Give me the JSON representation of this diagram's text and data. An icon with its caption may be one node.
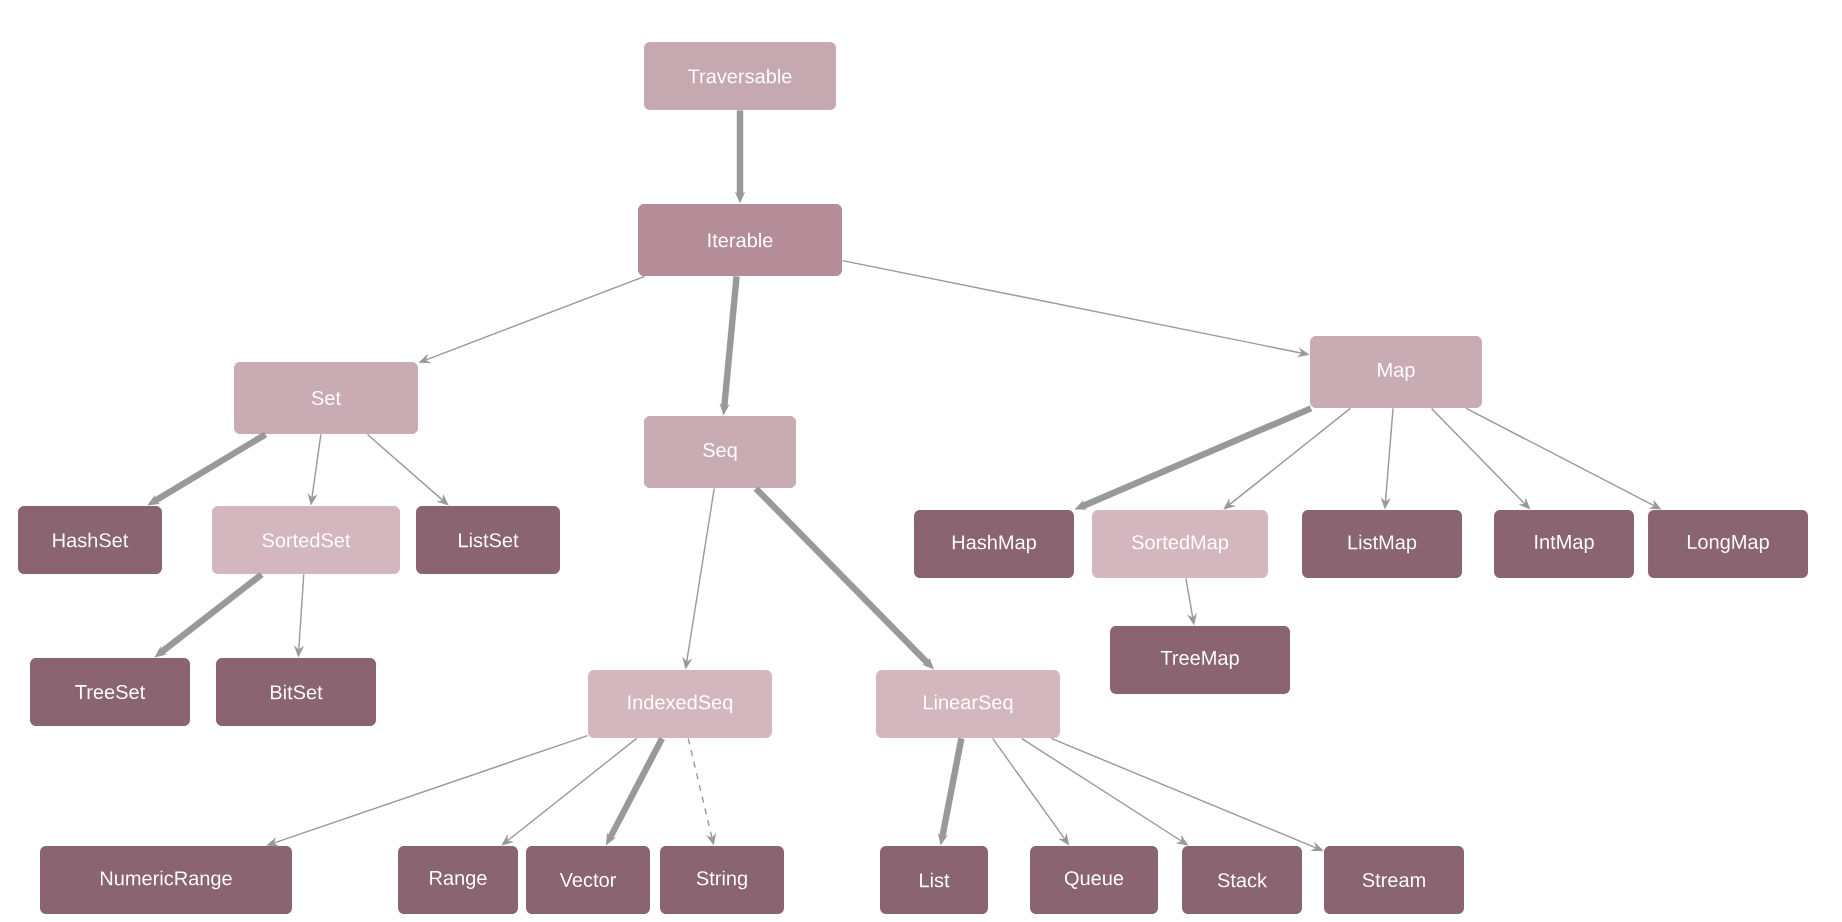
{
  "diagram": {
    "nodes": [
      {
        "text": [
          "Traversable"
        ]
      },
      {
        "text": [
          "Iterable"
        ]
      },
      {
        "text": [
          "Set"
        ]
      },
      {
        "text": [
          "Seq"
        ]
      },
      {
        "text": [
          "Map"
        ]
      },
      {
        "text": [
          "HashSet"
        ]
      },
      {
        "text": [
          "SortedSet"
        ]
      },
      {
        "text": [
          "ListSet"
        ]
      },
      {
        "text": [
          "TreeSet"
        ]
      },
      {
        "text": [
          "BitSet"
        ]
      },
      {
        "text": [
          "IndexedSeq"
        ]
      },
      {
        "text": [
          "LinearSeq"
        ]
      },
      {
        "text": [
          "HashMap"
        ]
      },
      {
        "text": [
          "SortedMap"
        ]
      },
      {
        "text": [
          "ListMap"
        ]
      },
      {
        "text": [
          "IntMap"
        ]
      },
      {
        "text": [
          "LongMap"
        ]
      },
      {
        "text": [
          "TreeMap"
        ]
      },
      {
        "text": [
          "NumericRange"
        ]
      },
      {
        "text": [
          "Range"
        ]
      },
      {
        "text": [
          "Vector"
        ]
      },
      {
        "text": [
          "String"
        ]
      },
      {
        "text": [
          "List"
        ]
      },
      {
        "text": [
          "Queue"
        ]
      },
      {
        "text": [
          "Stack"
        ]
      },
      {
        "text": [
          "Stream"
        ]
      }
    ],
    "edges": [
      {
        "from": 0,
        "to": 1,
        "arrow": "to",
        "style": "thick"
      },
      {
        "from": 1,
        "to": 2,
        "arrow": "to"
      },
      {
        "from": 1,
        "to": 3,
        "arrow": "to",
        "style": "thick"
      },
      {
        "from": 1,
        "to": 4,
        "arrow": "to"
      },
      {
        "from": 2,
        "to": 5,
        "arrow": "to",
        "style": "thick"
      },
      {
        "from": 2,
        "to": 6,
        "arrow": "to"
      },
      {
        "from": 2,
        "to": 7,
        "arrow": "to"
      },
      {
        "from": 6,
        "to": 8,
        "arrow": "to",
        "style": "thick"
      },
      {
        "from": 6,
        "to": 9,
        "arrow": "to"
      },
      {
        "from": 3,
        "to": 10,
        "arrow": "to"
      },
      {
        "from": 3,
        "to": 11,
        "arrow": "to",
        "style": "thick"
      },
      {
        "from": 4,
        "to": 12,
        "arrow": "to",
        "style": "thick"
      },
      {
        "from": 4,
        "to": 13,
        "arrow": "to"
      },
      {
        "from": 4,
        "to": 14,
        "arrow": "to"
      },
      {
        "from": 4,
        "to": 15,
        "arrow": "to"
      },
      {
        "from": 4,
        "to": 16,
        "arrow": "to"
      },
      {
        "from": 13,
        "to": 17,
        "arrow": "to"
      },
      {
        "from": 10,
        "to": 18,
        "arrow": "to"
      },
      {
        "from": 10,
        "to": 19,
        "arrow": "to"
      },
      {
        "from": 10,
        "to": 20,
        "arrow": "to",
        "style": "thick"
      },
      {
        "from": 10,
        "to": 21,
        "arrow": "to",
        "style": "dashed"
      },
      {
        "from": 11,
        "to": 22,
        "arrow": "to",
        "style": "thick"
      },
      {
        "from": 11,
        "to": 23,
        "arrow": "to"
      },
      {
        "from": 11,
        "to": 24,
        "arrow": "to"
      },
      {
        "from": 11,
        "to": 25,
        "arrow": "to"
      }
    ]
  }
}
